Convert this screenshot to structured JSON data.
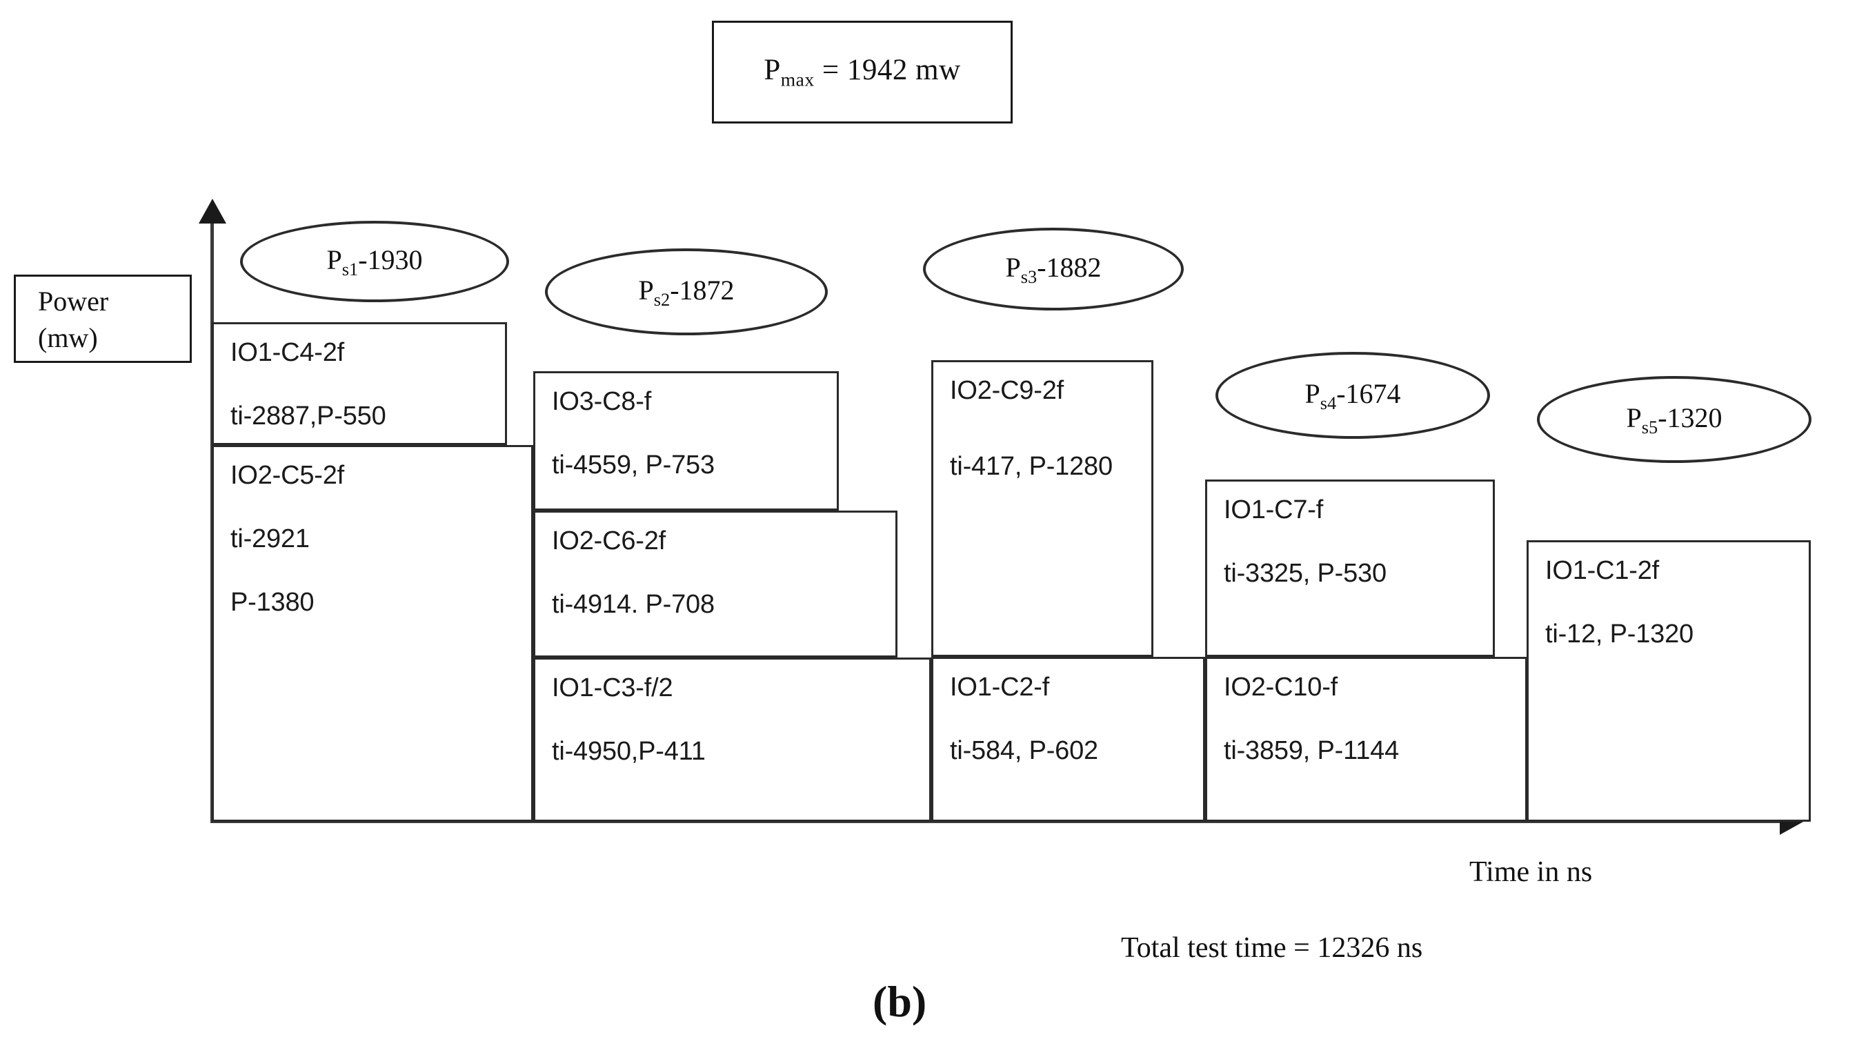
{
  "pmax": {
    "label": "P",
    "subscript": "max",
    "rest": " = 1942 mw",
    "full": "Pmax = 1942 mw"
  },
  "axes": {
    "y_label_line1": "Power",
    "y_label_line2": "(mw)",
    "x_label": "Time in ns"
  },
  "footer": {
    "total_test_time": "Total test time = 12326 ns",
    "figure_label": "(b)"
  },
  "chart_data": {
    "type": "bar",
    "title": "Pmax = 1942 mw",
    "xlabel": "Time in ns",
    "ylabel": "Power (mw)",
    "grid": false,
    "legend": "none",
    "total_test_time_ns": 12326,
    "pmax_mw": 1942,
    "session_peaks": [
      {
        "name": "Ps1",
        "subscript": "s1",
        "value": 1930,
        "label": "Ps1-1930"
      },
      {
        "name": "Ps2",
        "subscript": "s2",
        "value": 1872,
        "label": "Ps2-1872"
      },
      {
        "name": "Ps3",
        "subscript": "s3",
        "value": 1882,
        "label": "Ps3-1882"
      },
      {
        "name": "Ps4",
        "subscript": "s4",
        "value": 1674,
        "label": "Ps4-1674"
      },
      {
        "name": "Ps5",
        "subscript": "s5",
        "value": 1320,
        "label": "Ps5-1320"
      }
    ],
    "sessions": [
      {
        "session": 1,
        "blocks": [
          {
            "id": "IO1-C4-2f",
            "line2": "ti-2887,P-550",
            "line3": "",
            "ti": 2887,
            "power": 550
          },
          {
            "id": "IO2-C5-2f",
            "line2": "ti-2921",
            "line3": "P-1380",
            "ti": 2921,
            "power": 1380
          }
        ]
      },
      {
        "session": 2,
        "blocks": [
          {
            "id": "IO3-C8-f",
            "line2": "ti-4559, P-753",
            "line3": "",
            "ti": 4559,
            "power": 753
          },
          {
            "id": "IO2-C6-2f",
            "line2": "ti-4914. P-708",
            "line3": "",
            "ti": 4914,
            "power": 708
          },
          {
            "id": "IO1-C3-f/2",
            "line2": "ti-4950,P-411",
            "line3": "",
            "ti": 4950,
            "power": 411
          }
        ]
      },
      {
        "session": 3,
        "blocks": [
          {
            "id": "IO2-C9-2f",
            "line2": "ti-417, P-1280",
            "line3": "",
            "ti": 417,
            "power": 1280
          },
          {
            "id": "IO1-C2-f",
            "line2": "ti-584, P-602",
            "line3": "",
            "ti": 584,
            "power": 602
          }
        ]
      },
      {
        "session": 4,
        "blocks": [
          {
            "id": "IO1-C7-f",
            "line2": "ti-3325, P-530",
            "line3": "",
            "ti": 3325,
            "power": 530
          },
          {
            "id": "IO2-C10-f",
            "line2": "ti-3859, P-1144",
            "line3": "",
            "ti": 3859,
            "power": 1144
          }
        ]
      },
      {
        "session": 5,
        "blocks": [
          {
            "id": "IO1-C1-2f",
            "line2": "ti-12, P-1320",
            "line3": "",
            "ti": 12,
            "power": 1320
          }
        ]
      }
    ]
  },
  "ellipses": {
    "e1_name": "P",
    "e1_sub": "s1",
    "e1_val": "-1930",
    "e2_name": "P",
    "e2_sub": "s2",
    "e2_val": "-1872",
    "e3_name": "P",
    "e3_sub": "s3",
    "e3_val": "-1882",
    "e4_name": "P",
    "e4_sub": "s4",
    "e4_val": "-1674",
    "e5_name": "P",
    "e5_sub": "s5",
    "e5_val": "-1320"
  },
  "blocks": {
    "b1": {
      "l1": "IO1-C4-2f",
      "l2": "ti-2887,P-550",
      "l3": ""
    },
    "b2": {
      "l1": "IO2-C5-2f",
      "l2": "ti-2921",
      "l3": "P-1380"
    },
    "b3": {
      "l1": "IO3-C8-f",
      "l2": "ti-4559, P-753",
      "l3": ""
    },
    "b4": {
      "l1": "IO2-C6-2f",
      "l2": "ti-4914. P-708",
      "l3": ""
    },
    "b5": {
      "l1": "IO1-C3-f/2",
      "l2": "ti-4950,P-411",
      "l3": ""
    },
    "b6": {
      "l1": "IO2-C9-2f",
      "l2": "ti-417, P-1280",
      "l3": ""
    },
    "b7": {
      "l1": "IO1-C2-f",
      "l2": "ti-584, P-602",
      "l3": ""
    },
    "b8": {
      "l1": "IO1-C7-f",
      "l2": "ti-3325, P-530",
      "l3": ""
    },
    "b9": {
      "l1": "IO2-C10-f",
      "l2": "ti-3859, P-1144",
      "l3": ""
    },
    "b10": {
      "l1": "IO1-C1-2f",
      "l2": "ti-12, P-1320",
      "l3": ""
    }
  }
}
